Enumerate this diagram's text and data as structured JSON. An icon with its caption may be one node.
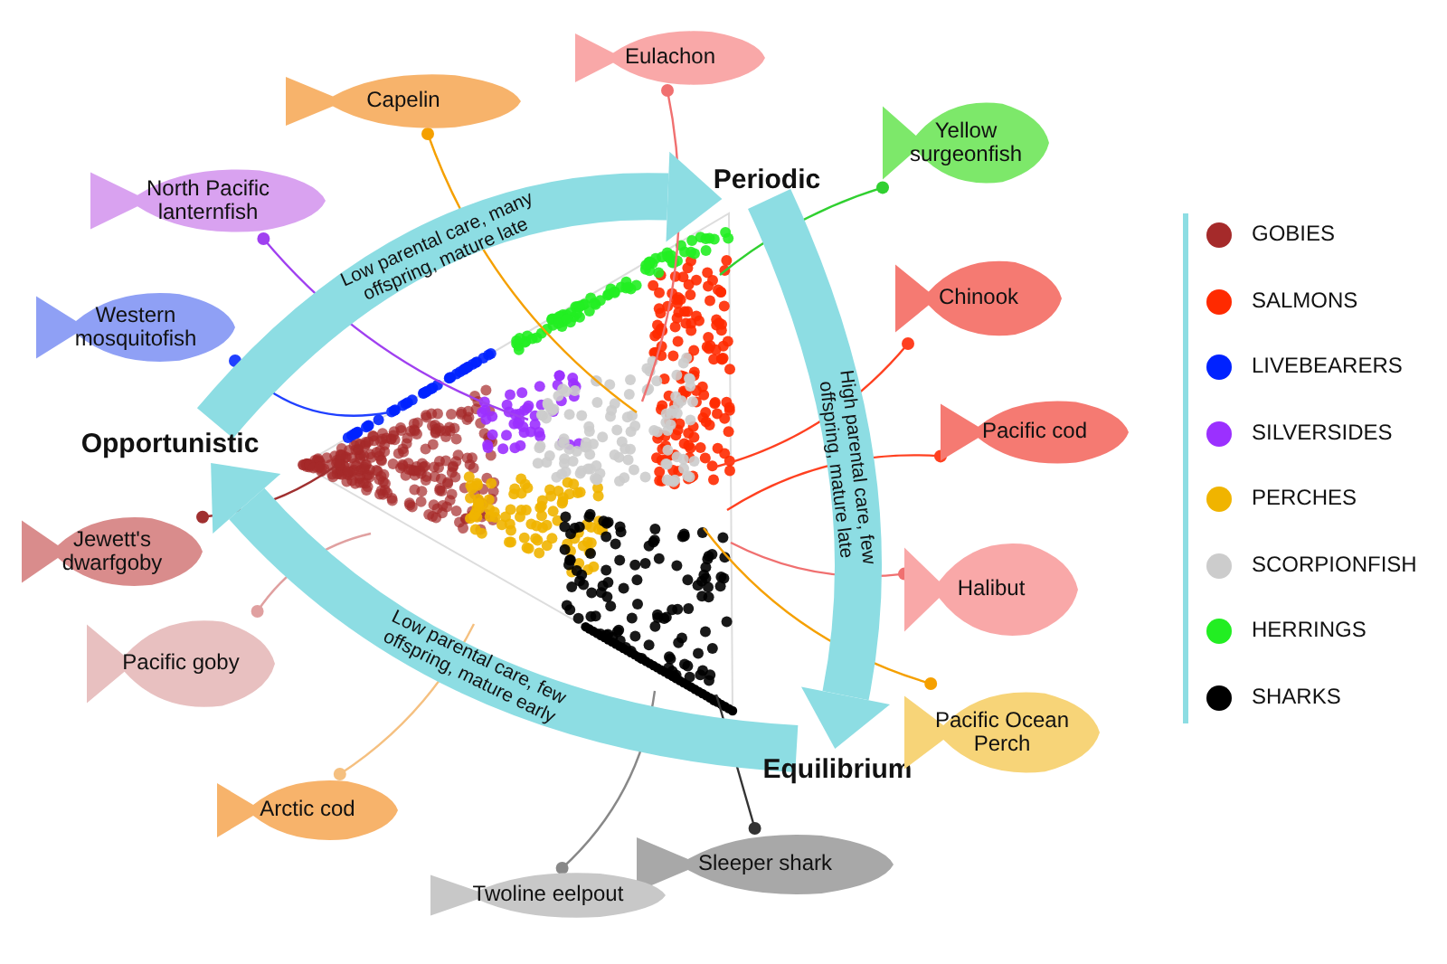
{
  "diagram": {
    "nodes": [
      {
        "text": [
          "Capelin"
        ]
      },
      {
        "text": [
          "Eulachon"
        ]
      },
      {
        "text": [
          "North Pacific lanternfish"
        ]
      },
      {
        "text": [
          "Periodic"
        ]
      },
      {
        "text": [
          "Yellow surgeonfish"
        ]
      },
      {
        "text": [
          "Western mosquitofish"
        ]
      },
      {
        "text": [
          "Chinook"
        ]
      },
      {
        "text": [
          "Opportunistic"
        ]
      },
      {
        "text": [
          "Pacific cod"
        ]
      },
      {
        "text": [
          "Jewett's dwarfgoby"
        ]
      },
      {
        "text": [
          "Halibut"
        ]
      },
      {
        "text": [
          "Pacific goby"
        ]
      },
      {
        "text": [
          "Equilibrium"
        ]
      },
      {
        "text": [
          "Pacific Ocean Perch"
        ]
      },
      {
        "text": [
          "Arctic cod"
        ]
      },
      {
        "text": [
          "Sleeper shark"
        ]
      },
      {
        "text": [
          "Twoline eelpout"
        ]
      }
    ],
    "edges": [
      {
        "from": 7,
        "to": 3,
        "arrow": "to",
        "label": "Low parental care, many offspring, mature late",
        "style": "thick",
        "color": "#8ddde3"
      },
      {
        "from": 3,
        "to": 12,
        "arrow": "to",
        "label": "High parental care, few offspring, mature late",
        "style": "thick",
        "color": "#8ddde3"
      },
      {
        "from": 12,
        "to": 7,
        "arrow": "to",
        "label": "Low parental care, few offspring, mature early",
        "style": "thick",
        "color": "#8ddde3"
      },
      {
        "from": 0,
        "to": null,
        "arrow": "other",
        "color": "#f5a000"
      },
      {
        "from": 1,
        "to": null,
        "arrow": "other",
        "color": "#f07070"
      },
      {
        "from": 2,
        "to": null,
        "arrow": "other",
        "color": "#a040f0"
      },
      {
        "from": 4,
        "to": null,
        "arrow": "other",
        "color": "#30d030"
      },
      {
        "from": 5,
        "to": null,
        "arrow": "other",
        "color": "#2040ff"
      },
      {
        "from": 6,
        "to": null,
        "arrow": "other",
        "color": "#ff4020"
      },
      {
        "from": 8,
        "to": null,
        "arrow": "other",
        "color": "#ff4020"
      },
      {
        "from": 9,
        "to": null,
        "arrow": "other",
        "color": "#a03030"
      },
      {
        "from": 10,
        "to": null,
        "arrow": "other",
        "color": "#f07070"
      },
      {
        "from": 11,
        "to": null,
        "arrow": "other",
        "color": "#e0a0a0"
      },
      {
        "from": 13,
        "to": null,
        "arrow": "other",
        "color": "#f5a000"
      },
      {
        "from": 14,
        "to": null,
        "arrow": "other",
        "color": "#f5c080"
      },
      {
        "from": 15,
        "to": null,
        "arrow": "other",
        "color": "#333333"
      },
      {
        "from": 16,
        "to": null,
        "arrow": "other",
        "color": "#888888"
      }
    ],
    "legend": [
      {
        "text": "GOBIES",
        "color": "#a52a2a"
      },
      {
        "text": "SALMONS",
        "color": "#ff2a00"
      },
      {
        "text": "LIVEBEARERS",
        "color": "#0022ff"
      },
      {
        "text": "SILVERSIDES",
        "color": "#9b30ff"
      },
      {
        "text": "PERCHES",
        "color": "#f0b400"
      },
      {
        "text": "SCORPIONFISH",
        "color": "#cccccc"
      },
      {
        "text": "HERRINGS",
        "color": "#22ee22"
      },
      {
        "text": "SHARKS",
        "color": "#000000"
      }
    ]
  }
}
